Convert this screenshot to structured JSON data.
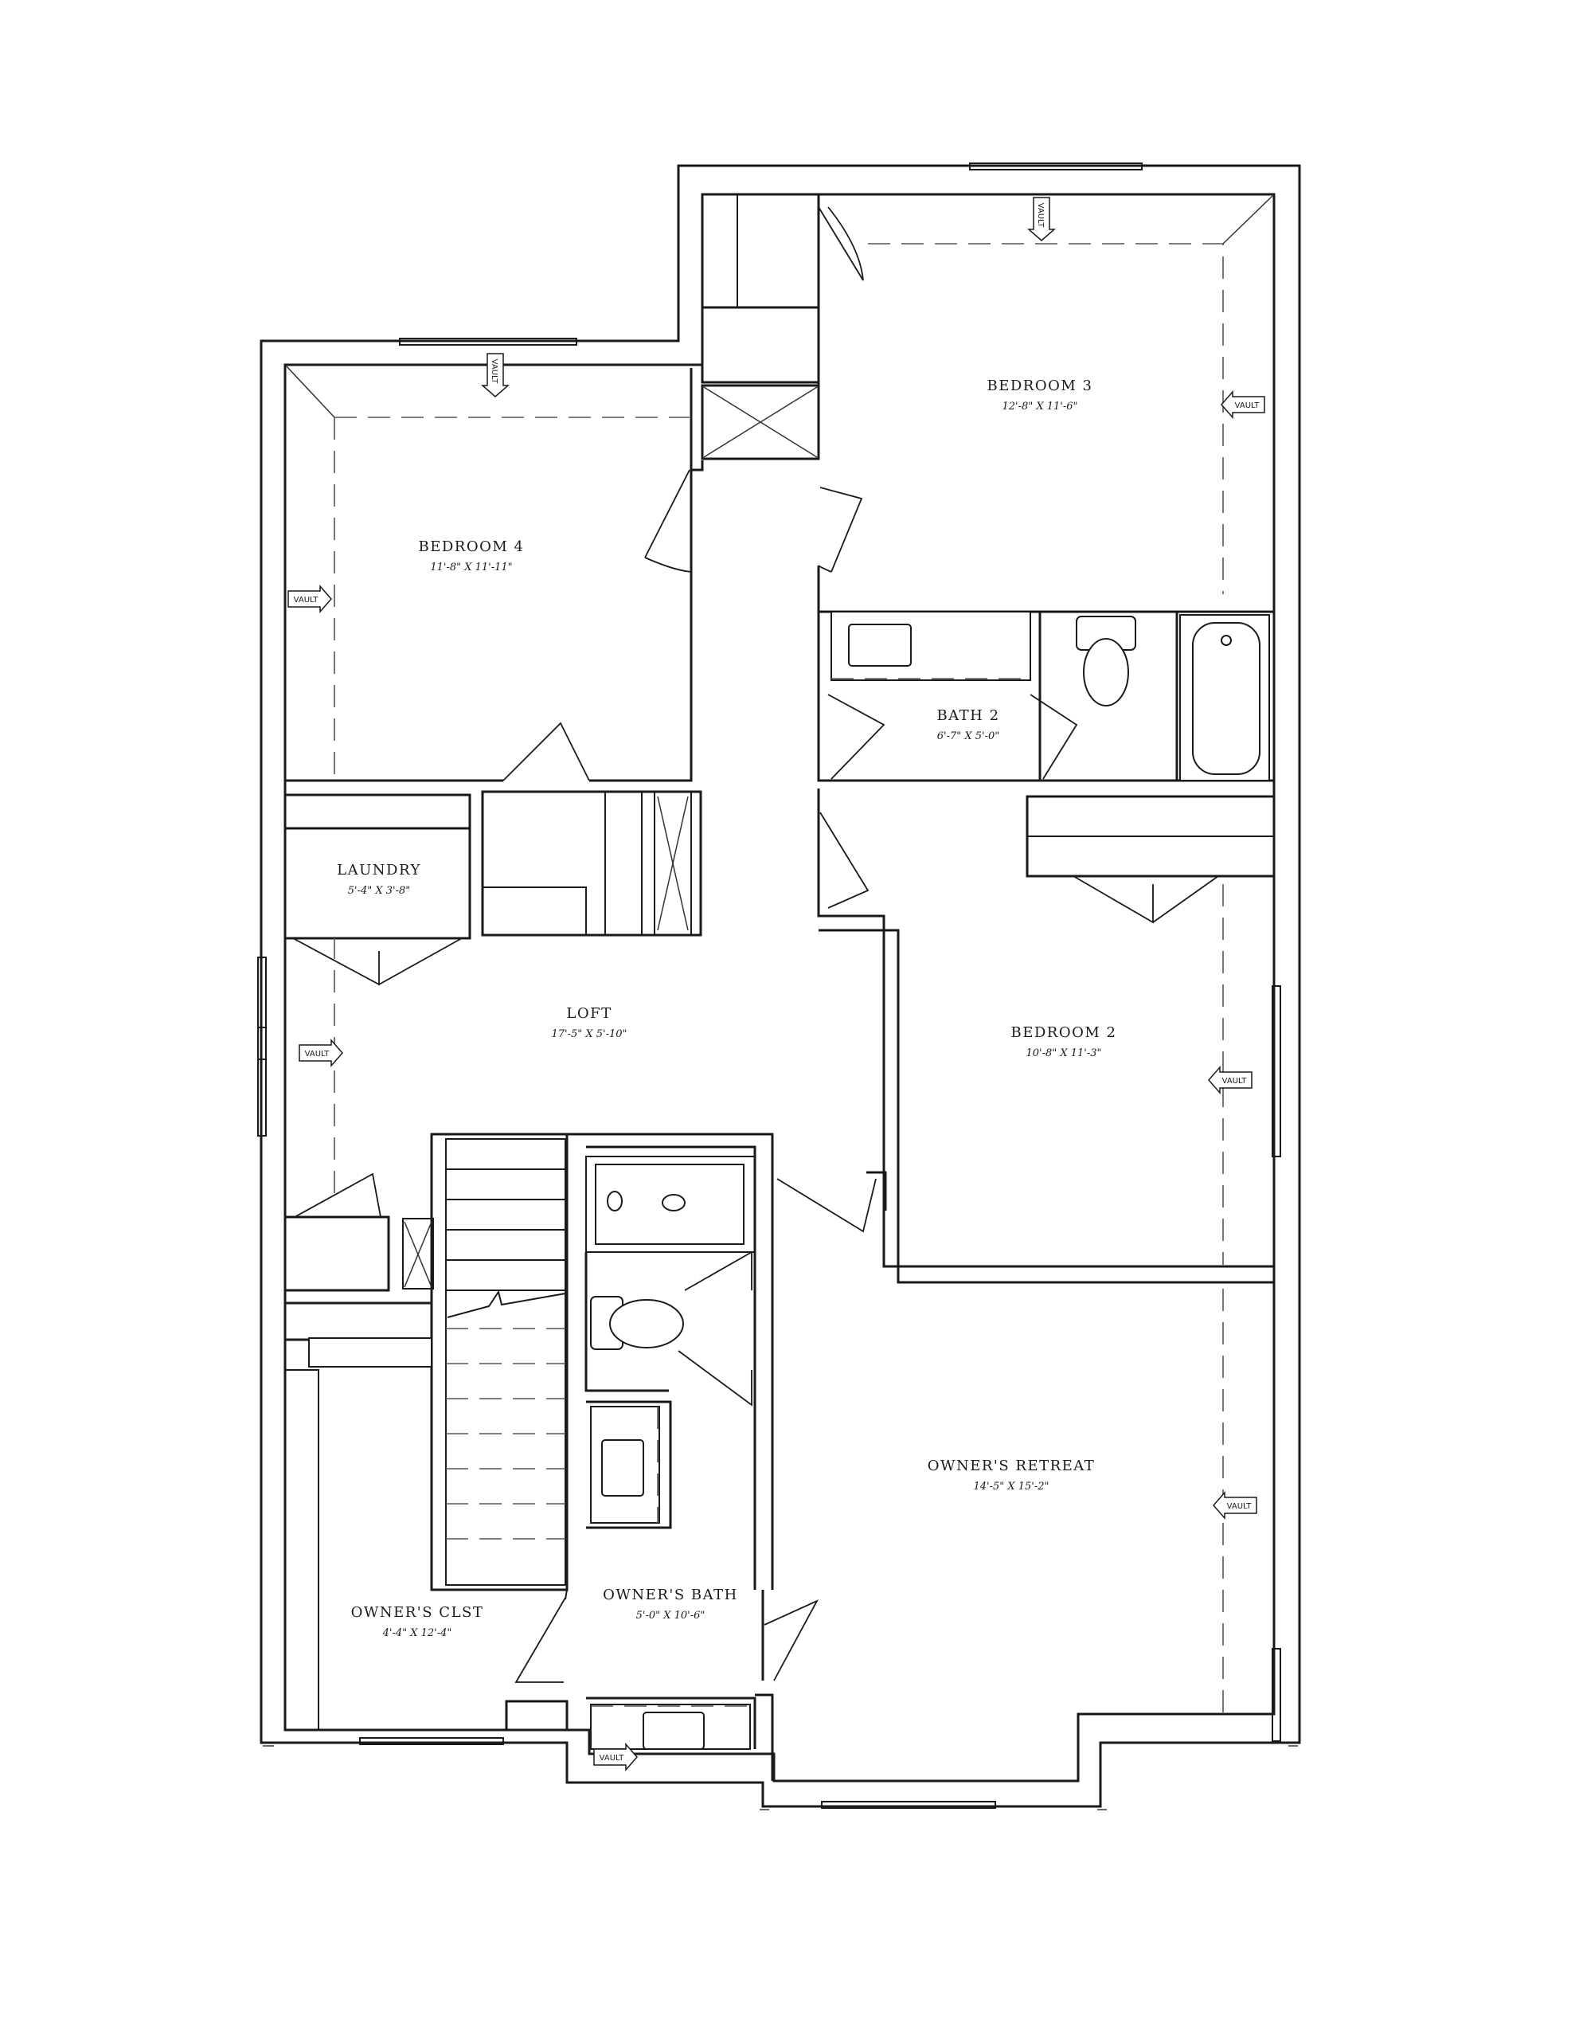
{
  "rooms": {
    "bedroom3": {
      "name": "BEDROOM 3",
      "dims": "12'-8\" X 11'-6\""
    },
    "bedroom4": {
      "name": "BEDROOM 4",
      "dims": "11'-8\" X 11'-11\""
    },
    "bath2": {
      "name": "BATH 2",
      "dims": "6'-7\" X 5'-0\""
    },
    "laundry": {
      "name": "LAUNDRY",
      "dims": "5'-4\" X 3'-8\""
    },
    "loft": {
      "name": "LOFT",
      "dims": "17'-5\" X 5'-10\""
    },
    "bedroom2": {
      "name": "BEDROOM 2",
      "dims": "10'-8\" X 11'-3\""
    },
    "owners_retreat": {
      "name": "OWNER'S RETREAT",
      "dims": "14'-5\" X 15'-2\""
    },
    "owners_bath": {
      "name": "OWNER'S BATH",
      "dims": "5'-0\"  X  10'-6\""
    },
    "owners_clst": {
      "name": "OWNER'S CLST",
      "dims": "4'-4\" X 12'-4\""
    }
  },
  "vault_label": "VAULT"
}
